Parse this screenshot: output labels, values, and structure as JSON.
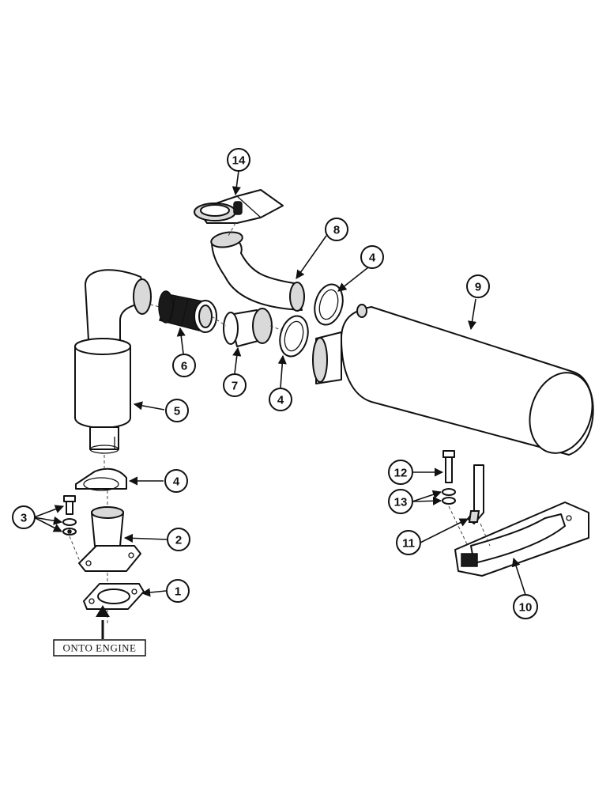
{
  "callouts": {
    "c1": "1",
    "c2": "2",
    "c3": "3",
    "c4a": "4",
    "c4b": "4",
    "c4c": "4",
    "c5": "5",
    "c6": "6",
    "c7": "7",
    "c8": "8",
    "c9": "9",
    "c10": "10",
    "c11": "11",
    "c12": "12",
    "c13": "13",
    "c14": "14"
  },
  "engine_label": "ONTO ENGINE",
  "colors": {
    "line": "#111111",
    "paper": "#ffffff",
    "shade": "#d9d9d9"
  }
}
